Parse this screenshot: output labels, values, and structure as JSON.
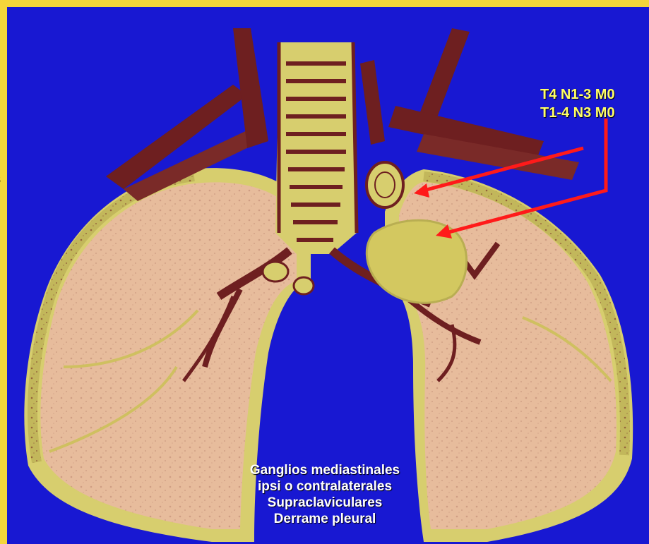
{
  "staging": {
    "line1": "T4 N1-3 M0",
    "line2": "T1-4 N3 M0"
  },
  "caption": {
    "line1": "Ganglios mediastinales",
    "line2": "ipsi o contralaterales",
    "line3": "Supraclaviculares",
    "line4": "Derrame pleural"
  },
  "left_fragments": {
    "frag1": "es"
  },
  "colors": {
    "background": "#1818D2",
    "frame": "#F5D63A",
    "lung": "#E7BC9C",
    "pleura": "#D7CE6E",
    "vessels": "#6E1F20",
    "arrow": "#FF1A1A"
  }
}
